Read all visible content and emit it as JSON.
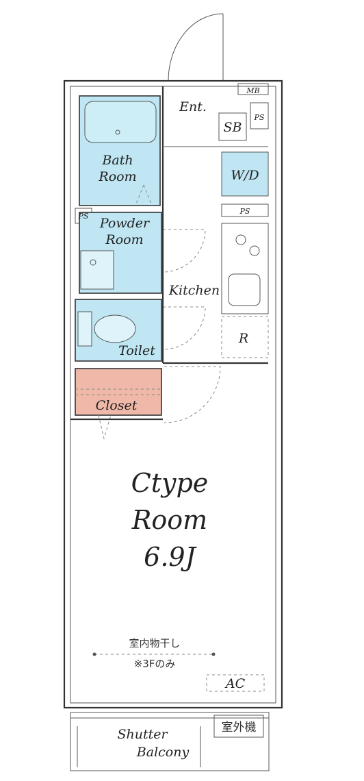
{
  "labels": {
    "ent": "Ent.",
    "mb": "MB",
    "sb": "SB",
    "ps_top": "PS",
    "wd": "W/D",
    "ps_mid": "PS",
    "bath_line1": "Bath",
    "bath_line2": "Room",
    "ps_left": "PS",
    "powder_line1": "Powder",
    "powder_line2": "Room",
    "kitchen": "Kitchen",
    "r": "R",
    "toilet": "Toilet",
    "closet": "Closet",
    "room_line1": "Ctype",
    "room_line2": "Room",
    "room_line3": "6.9J",
    "drying_line1": "室内物干し",
    "drying_line2": "※3Fのみ",
    "ac": "AC",
    "outdoor_unit": "室外機",
    "shutter": "Shutter",
    "balcony": "Balcony"
  },
  "colors": {
    "wet_area": "#bfe6f2",
    "closet": "#efb8a8",
    "wall": "#333333"
  }
}
